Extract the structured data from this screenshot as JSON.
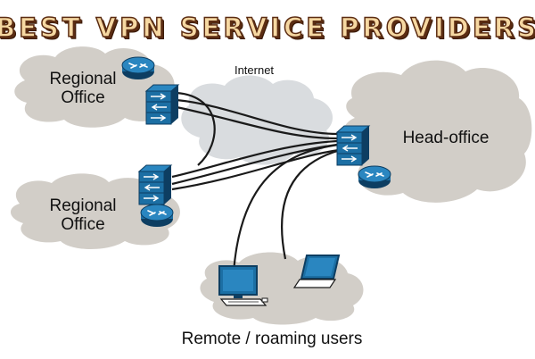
{
  "banner": {
    "title": "BEST VPN SERVICE PROVIDERS"
  },
  "labels": {
    "internet": "Internet",
    "regional_top": [
      "Regional",
      "Office"
    ],
    "regional_bottom": [
      "Regional",
      "Office"
    ],
    "head_office": "Head-office",
    "remote_users": "Remote / roaming users"
  },
  "colors": {
    "cloud": "#d2cec8",
    "internet_cloud": "#d9dcdf",
    "device_blue": "#1c6fa4",
    "device_dark": "#0d3e62",
    "wire": "#1a1a1a",
    "banner_fill": "#f6d8a2",
    "banner_outline": "#5b2c12"
  },
  "icons": [
    "cloud-shape",
    "router-icon",
    "vpn-gateway-icon",
    "desktop-computer-icon",
    "laptop-icon"
  ]
}
